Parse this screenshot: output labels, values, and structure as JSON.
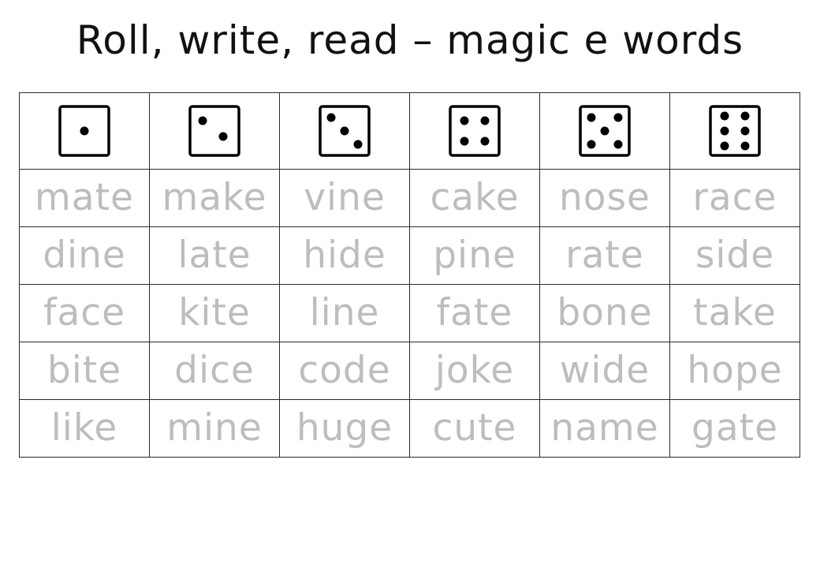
{
  "title": "Roll, write, read – magic e words",
  "dice": [
    {
      "icon": "die-face-1-icon",
      "pips": 1
    },
    {
      "icon": "die-face-2-icon",
      "pips": 2
    },
    {
      "icon": "die-face-3-icon",
      "pips": 3
    },
    {
      "icon": "die-face-4-icon",
      "pips": 4
    },
    {
      "icon": "die-face-5-icon",
      "pips": 5
    },
    {
      "icon": "die-face-6-icon",
      "pips": 6
    }
  ],
  "rows": [
    [
      "mate",
      "make",
      "vine",
      "cake",
      "nose",
      "race"
    ],
    [
      "dine",
      "late",
      "hide",
      "pine",
      "rate",
      "side"
    ],
    [
      "face",
      "kite",
      "line",
      "fate",
      "bone",
      "take"
    ],
    [
      "bite",
      "dice",
      "code",
      "joke",
      "wide",
      "hope"
    ],
    [
      "like",
      "mine",
      "huge",
      "cute",
      "name",
      "gate"
    ]
  ],
  "colors": {
    "word_trace": "#bdbdbd",
    "grid_line": "#2a2a2a",
    "title_text": "#111111"
  }
}
